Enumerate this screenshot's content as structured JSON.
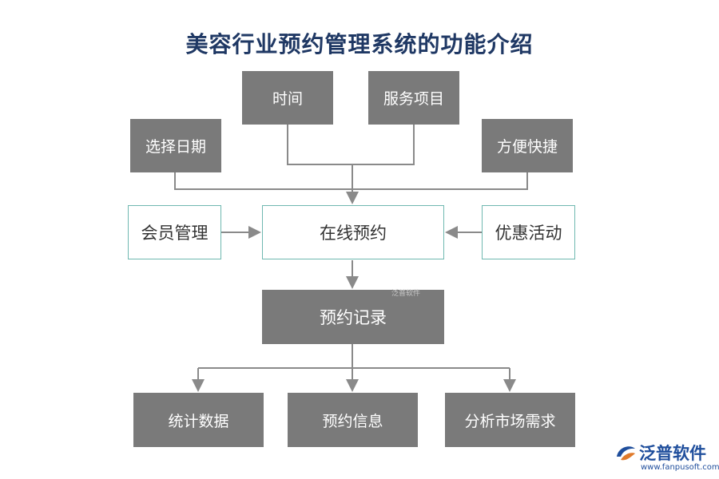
{
  "title": "美容行业预约管理系统的功能介绍",
  "nodes": {
    "time": "时间",
    "service": "服务项目",
    "select_date": "选择日期",
    "convenient": "方便快捷",
    "member": "会员管理",
    "online": "在线预约",
    "discount": "优惠活动",
    "record": "预约记录",
    "stats": "统计数据",
    "info": "预约信息",
    "market": "分析市场需求"
  },
  "watermark": {
    "small": "泛普软件"
  },
  "logo": {
    "name": "泛普软件",
    "url": "www.fanpusoft.com"
  },
  "colors": {
    "dark_box": "#7a7a7a",
    "teal_border": "#6fb8b0",
    "title": "#1f3864",
    "line": "#8a8a8a"
  }
}
